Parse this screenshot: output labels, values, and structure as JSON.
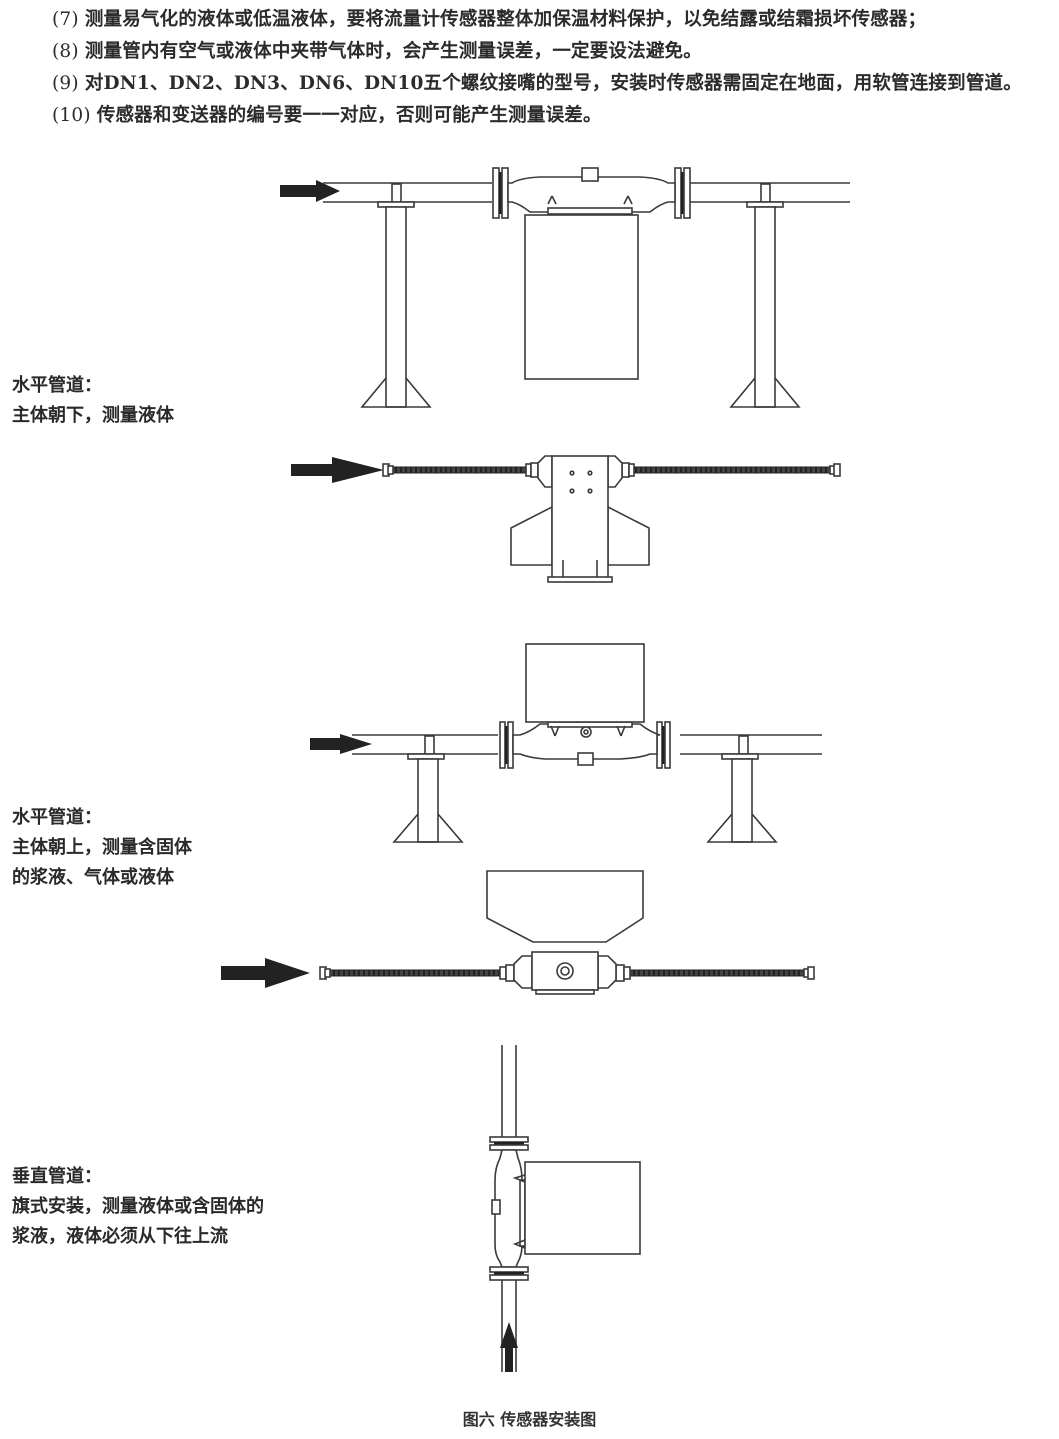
{
  "notes": [
    {
      "num": "(7)",
      "text": "测量易气化的液体或低温液体，要将流量计传感器整体加保温材料保护，以免结露或结霜损坏传感器；"
    },
    {
      "num": "(8)",
      "text": "测量管内有空气或液体中夹带气体时，会产生测量误差，一定要设法避免。"
    },
    {
      "num": "(9)",
      "text": "对DN1、DN2、DN3、DN6、DN10五个螺纹接嘴的型号，安装时传感器需固定在地面，用软管连接到管道。"
    },
    {
      "num": "(10)",
      "text": "传感器和变送器的编号要一一对应，否则可能产生测量误差。"
    }
  ],
  "installations": [
    {
      "title": "水平管道：",
      "lines": [
        "主体朝下，测量液体"
      ]
    },
    {
      "title": "水平管道：",
      "lines": [
        "主体朝上，测量含固体",
        "的浆液、气体或液体"
      ]
    },
    {
      "title": "垂直管道：",
      "lines": [
        "旗式安装，测量液体或含固体的",
        "浆液，液体必须从下往上流"
      ]
    }
  ],
  "caption": "图六  传感器安装图",
  "diagram_icons": [
    "flow-arrow-icon",
    "pipe-support-icon",
    "flange-icon",
    "sensor-body-icon",
    "flexible-hose-icon"
  ]
}
